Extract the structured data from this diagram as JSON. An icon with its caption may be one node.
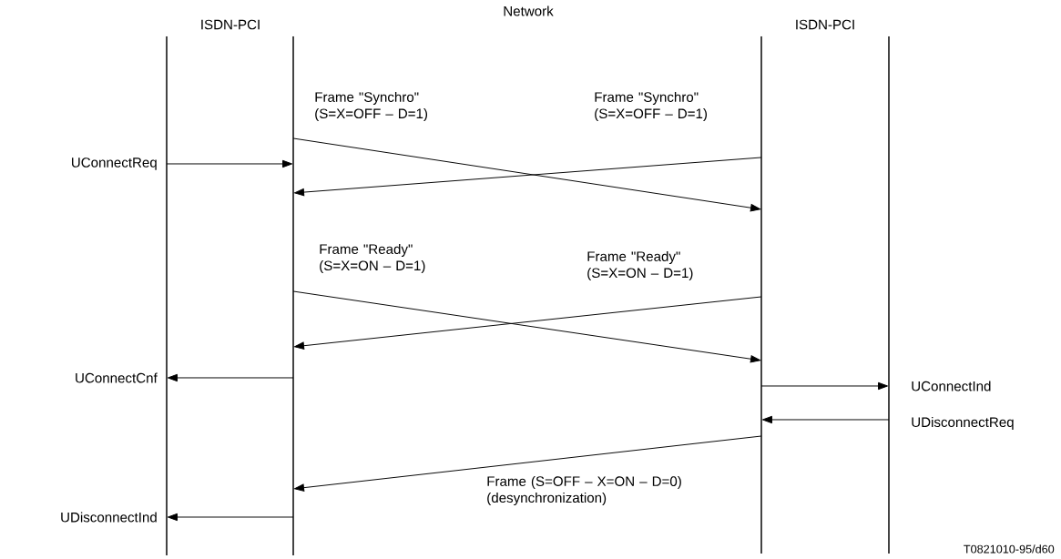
{
  "diagram": {
    "nodes": [
      {
        "text": [],
        "shape": "bar"
      },
      {
        "text": [],
        "shape": "bar"
      },
      {
        "text": [],
        "shape": "bar"
      },
      {
        "text": [],
        "shape": "bar"
      }
    ],
    "edges": [
      {
        "from": 0,
        "to": 1,
        "arrow": "to",
        "label": "UConnectReq"
      },
      {
        "from": 1,
        "to": 2,
        "arrow": "to",
        "label": "Frame \"Synchro\" (S=X=OFF – D=1)"
      },
      {
        "from": 2,
        "to": 1,
        "arrow": "to",
        "label": "Frame \"Synchro\" (S=X=OFF – D=1)"
      },
      {
        "from": 1,
        "to": 2,
        "arrow": "to",
        "label": "Frame \"Ready\" (S=X=ON – D=1)"
      },
      {
        "from": 2,
        "to": 1,
        "arrow": "to",
        "label": "Frame \"Ready\" (S=X=ON – D=1)"
      },
      {
        "from": 1,
        "to": 0,
        "arrow": "to",
        "label": "UConnectCnf"
      },
      {
        "from": 2,
        "to": 3,
        "arrow": "to",
        "label": "UConnectInd"
      },
      {
        "from": 3,
        "to": 2,
        "arrow": "to",
        "label": "UDisconnectReq"
      },
      {
        "from": 2,
        "to": 1,
        "arrow": "to",
        "label": "Frame (S=OFF – X=ON – D=0) (desynchronization)"
      },
      {
        "from": 1,
        "to": 0,
        "arrow": "to",
        "label": "UDisconnectInd"
      }
    ],
    "labels": [
      "ISDN-PCI",
      "Network",
      "ISDN-PCI",
      "T0821010-95/d60"
    ]
  }
}
